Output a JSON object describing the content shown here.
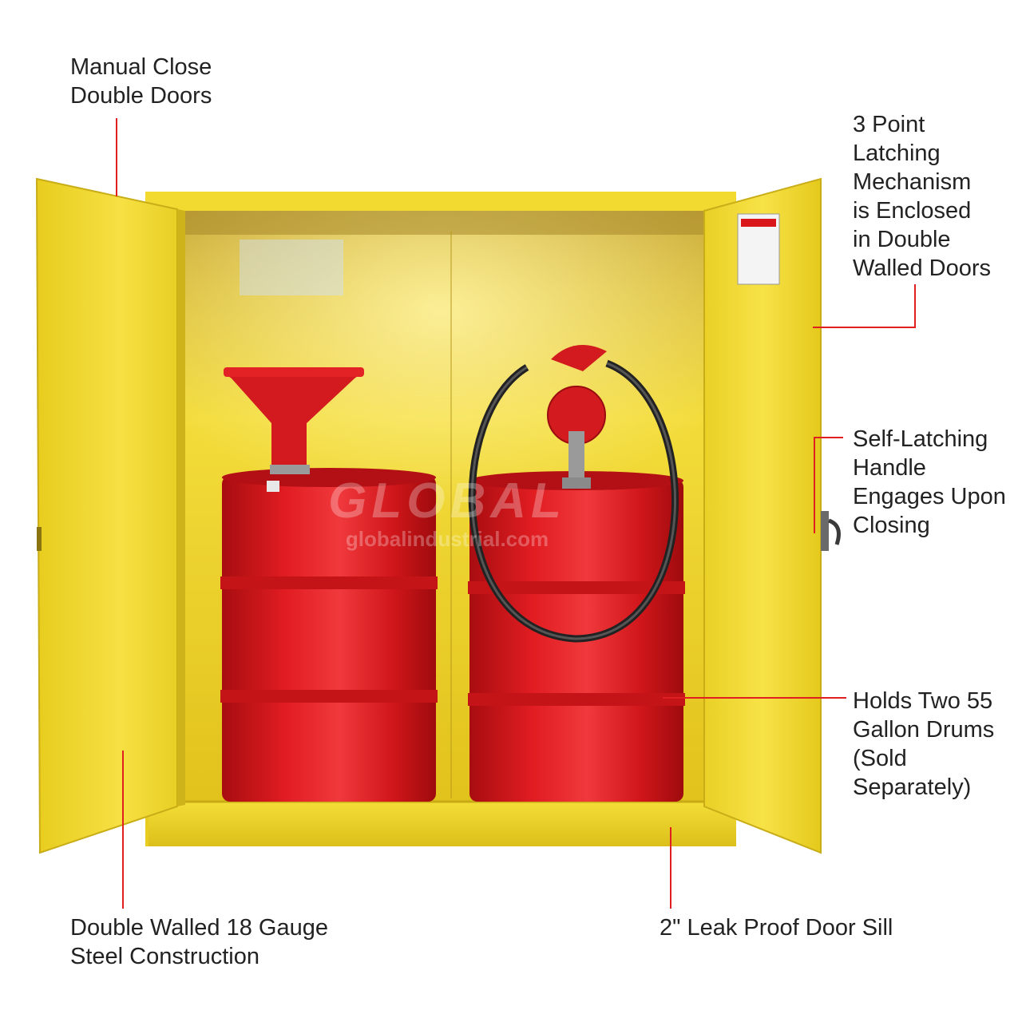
{
  "callouts": {
    "manual_doors": [
      "Manual Close",
      "Double Doors"
    ],
    "latching": [
      "3 Point",
      "Latching",
      "Mechanism",
      "is Enclosed",
      "in Double",
      "Walled Doors"
    ],
    "self_latching": [
      "Self-Latching",
      "Handle",
      "Engages Upon",
      "Closing"
    ],
    "holds_drums": [
      "Holds Two 55",
      "Gallon Drums",
      "(Sold",
      "Separately)"
    ],
    "construction": [
      "Double Walled 18 Gauge",
      "Steel Construction"
    ],
    "door_sill": [
      "2\" Leak Proof Door Sill"
    ]
  },
  "watermark": {
    "brand": "GLOBAL",
    "url": "globalindustrial.com"
  },
  "colors": {
    "cabinet_yellow": "#f2dc2a",
    "drum_red": "#d8161b",
    "leader_line": "#e02020",
    "text": "#222222"
  }
}
